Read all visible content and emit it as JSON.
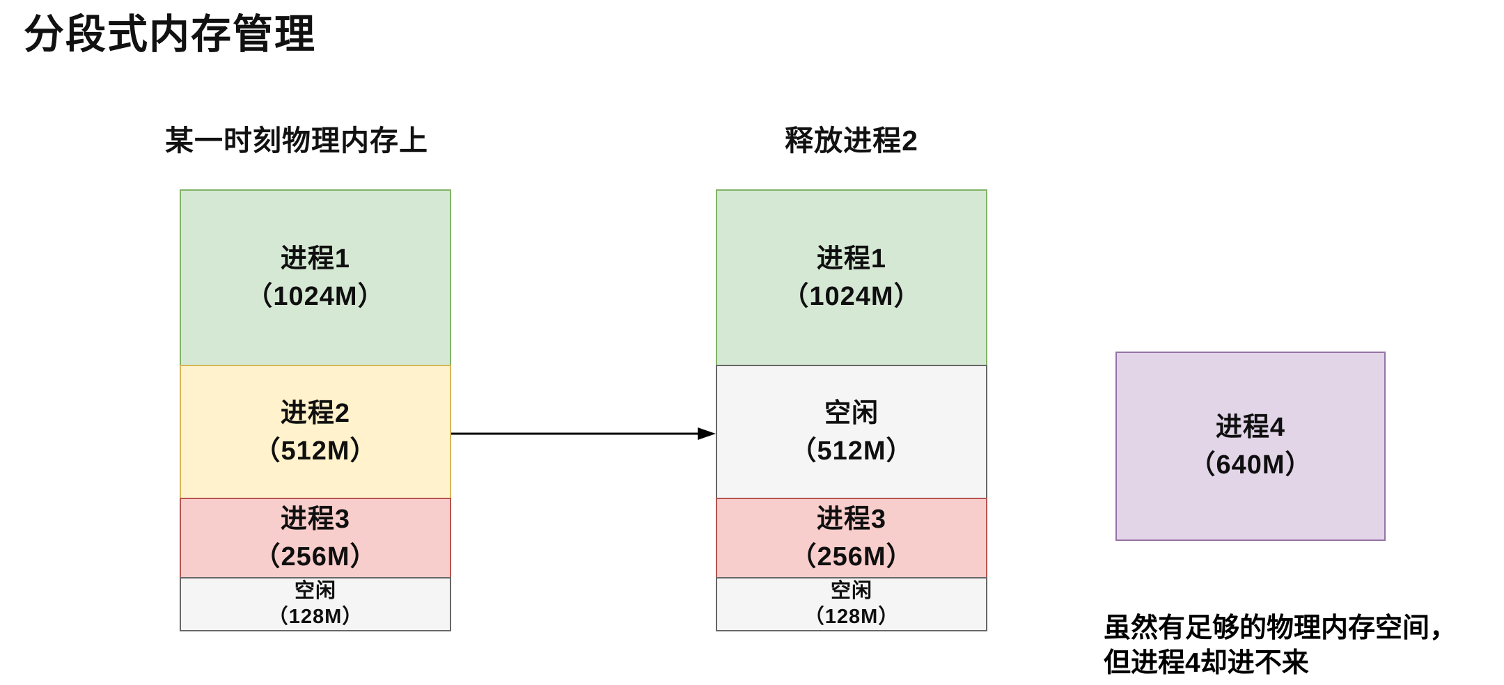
{
  "title": "分段式内存管理",
  "diagram": {
    "left_column": {
      "header": "某一时刻物理内存上",
      "segments": [
        {
          "name": "进程1",
          "size": "（1024M）",
          "color_name": "green"
        },
        {
          "name": "进程2",
          "size": "（512M）",
          "color_name": "yellow"
        },
        {
          "name": "进程3",
          "size": "（256M）",
          "color_name": "pink"
        },
        {
          "name": "空闲",
          "size": "（128M）",
          "color_name": "gray"
        }
      ]
    },
    "middle_column": {
      "header": "释放进程2",
      "segments": [
        {
          "name": "进程1",
          "size": "（1024M）",
          "color_name": "green"
        },
        {
          "name": "空闲",
          "size": "（512M）",
          "color_name": "gray"
        },
        {
          "name": "进程3",
          "size": "（256M）",
          "color_name": "pink"
        },
        {
          "name": "空闲",
          "size": "（128M）",
          "color_name": "gray"
        }
      ]
    },
    "arrow": {
      "direction": "right",
      "color": "#000000"
    },
    "standalone_box": {
      "name": "进程4",
      "size": "（640M）",
      "color_name": "purple"
    },
    "caption_line1": "虽然有足够的物理内存空间，",
    "caption_line2": "但进程4却进不来"
  },
  "colors": {
    "green_fill": "#d5e8d4",
    "green_stroke": "#82b366",
    "yellow_fill": "#fff2cc",
    "yellow_stroke": "#d6b656",
    "pink_fill": "#f8cecc",
    "pink_stroke": "#b85450",
    "gray_fill": "#f5f5f5",
    "gray_stroke": "#666666",
    "purple_fill": "#e1d5e7",
    "purple_stroke": "#9673a6",
    "text": "#0d0d0d",
    "background": "#ffffff"
  }
}
